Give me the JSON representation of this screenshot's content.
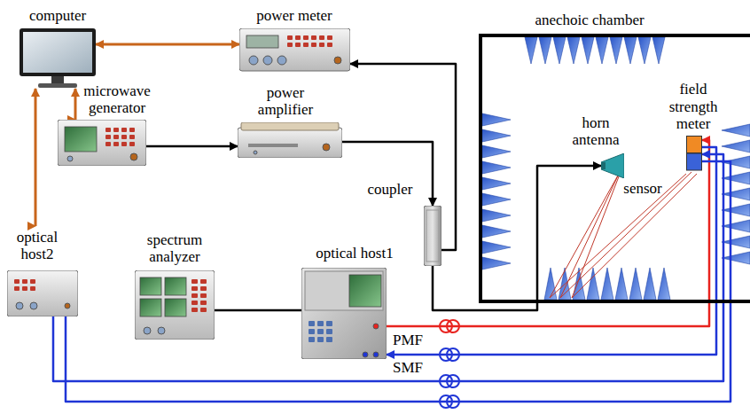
{
  "diagram": {
    "nodes": [
      {
        "text": [
          "computer"
        ]
      },
      {
        "text": [
          "power meter"
        ]
      },
      {
        "text": [
          "anechoic chamber"
        ]
      },
      {
        "text": [
          "horn antenna"
        ],
        "in": 2
      },
      {
        "text": [
          "field strength meter"
        ],
        "in": 2
      },
      {
        "text": [
          "microwave generator"
        ]
      },
      {
        "text": [
          "power amplifier"
        ]
      },
      {
        "text": [
          "coupler"
        ]
      },
      {
        "text": [
          "optical host2"
        ]
      },
      {
        "text": [
          "spectrum analyzer"
        ]
      },
      {
        "text": [
          "optical host1"
        ]
      }
    ],
    "edges": [
      {
        "from": 0,
        "to": 1,
        "arrow": "both"
      },
      {
        "from": 0,
        "to": 5,
        "arrow": "both"
      },
      {
        "from": 0,
        "to": 8,
        "arrow": "both"
      },
      {
        "from": 5,
        "to": 6,
        "arrow": "to"
      },
      {
        "from": 6,
        "to": 7,
        "arrow": "to"
      },
      {
        "from": 7,
        "to": 1,
        "arrow": "to"
      },
      {
        "from": 7,
        "to": 3,
        "arrow": "to"
      },
      {
        "from": 10,
        "to": 9,
        "arrow": "to"
      },
      {
        "from": 10,
        "to": 4,
        "label": "PMF",
        "arrow": "to"
      },
      {
        "from": 4,
        "to": 10,
        "label": "SMF",
        "arrow": "to"
      },
      {
        "from": 8,
        "to": 4,
        "arrow": "to"
      },
      {
        "from": 8,
        "to": 4,
        "arrow": "none"
      }
    ],
    "labels": [
      "sensor"
    ]
  }
}
